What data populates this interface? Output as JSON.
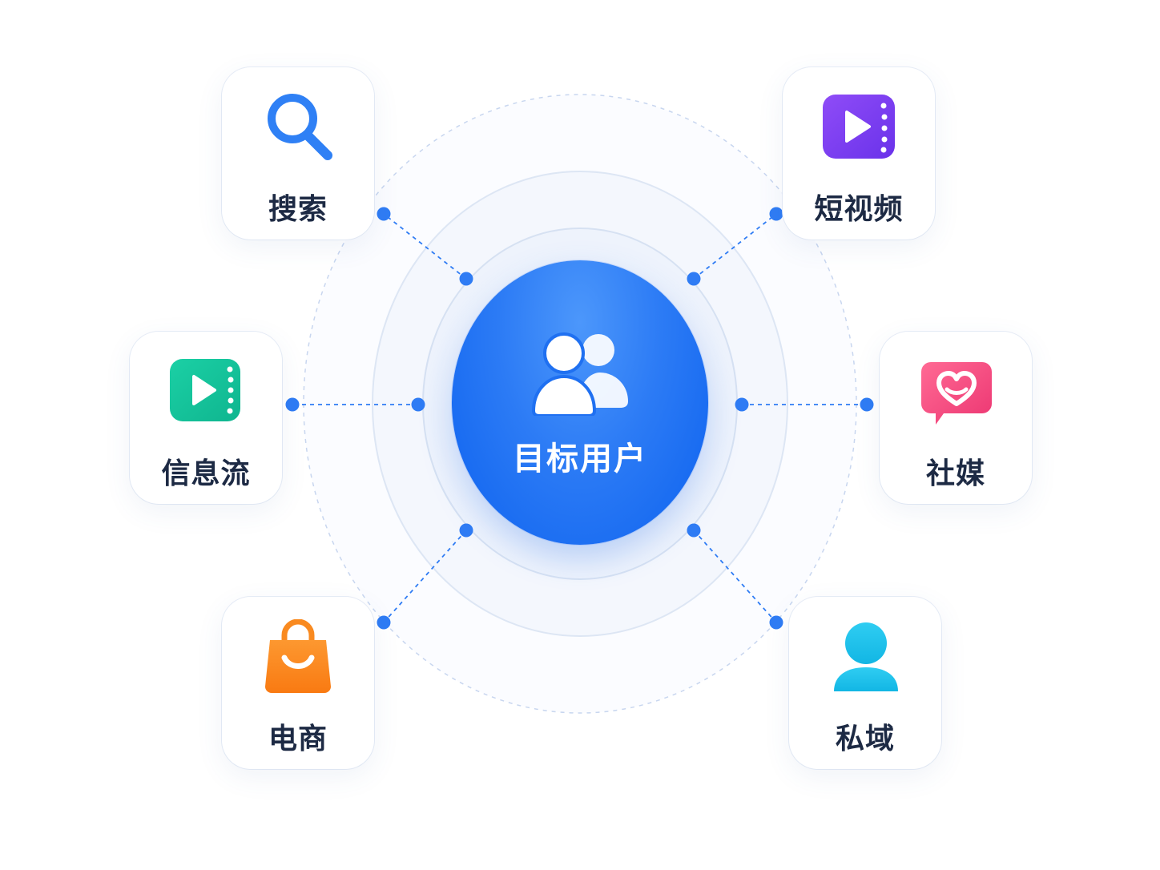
{
  "center": {
    "label": "目标用户",
    "icon": "users-icon",
    "color_from": "#4c97fb",
    "color_to": "#0d62ef"
  },
  "channels": [
    {
      "id": "search",
      "label": "搜索",
      "icon": "search-icon",
      "color": "#2f80f5"
    },
    {
      "id": "video",
      "label": "短视频",
      "icon": "video-play-icon",
      "color": "#7b3cf2"
    },
    {
      "id": "feed",
      "label": "信息流",
      "icon": "feed-play-icon",
      "color": "#17c39c"
    },
    {
      "id": "social",
      "label": "社媒",
      "icon": "heart-chat-icon",
      "color": "#f0457e"
    },
    {
      "id": "ecommerce",
      "label": "电商",
      "icon": "shopping-bag-icon",
      "color": "#fb8a1e"
    },
    {
      "id": "private",
      "label": "私域",
      "icon": "user-icon",
      "color": "#1fc1ec"
    }
  ],
  "connector_color": "#2f7cf4"
}
